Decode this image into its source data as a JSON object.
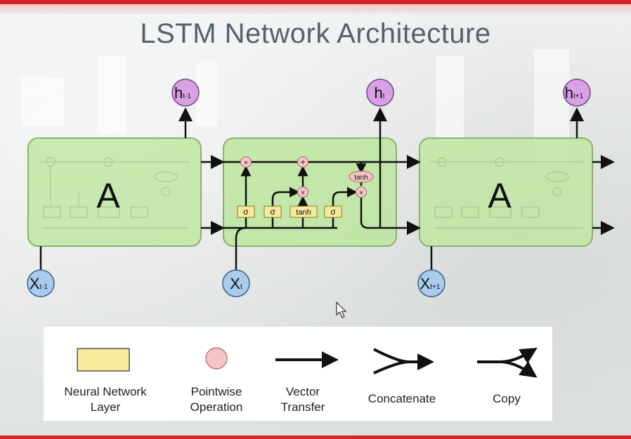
{
  "title": "LSTM Network Architecture",
  "cells": {
    "left_label": "A",
    "right_label": "A"
  },
  "inputs": [
    {
      "base": "X",
      "sub": "t-1"
    },
    {
      "base": "X",
      "sub": "t"
    },
    {
      "base": "X",
      "sub": "t+1"
    }
  ],
  "outputs": [
    {
      "base": "h",
      "sub": "t-1"
    },
    {
      "base": "h",
      "sub": "t"
    },
    {
      "base": "h",
      "sub": "t+1"
    }
  ],
  "gates": {
    "sigma": "σ",
    "tanh": "tanh",
    "times": "×",
    "plus": "+"
  },
  "legend": {
    "neural_network_layer": "Neural Network\nLayer",
    "pointwise_operation": "Pointwise\nOperation",
    "vector_transfer": "Vector\nTransfer",
    "concatenate": "Concatenate",
    "copy": "Copy"
  },
  "colors": {
    "cell_fill": "#bfe6a2",
    "cell_stroke": "#8bb06e",
    "output_circle": "#d9a0e6",
    "input_circle": "#a9cbee",
    "layer_fill": "#f7ea9a",
    "pointwise_fill": "#f7c4c6",
    "accent_red": "#d8232a"
  }
}
